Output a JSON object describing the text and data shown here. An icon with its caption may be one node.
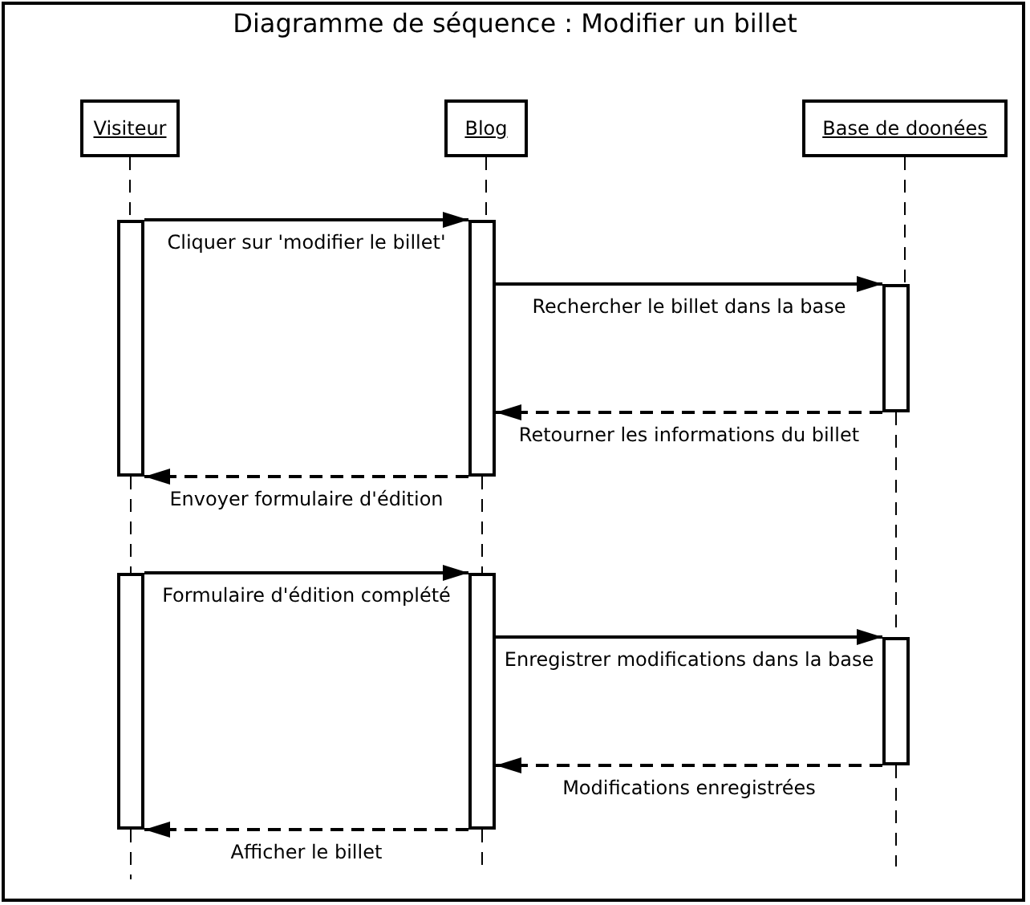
{
  "diagram": {
    "title": "Diagramme de séquence : Modifier un billet",
    "nodes": [
      {
        "text": [
          "Visiteur"
        ]
      },
      {
        "text": [
          "Blog"
        ]
      },
      {
        "text": [
          "Base de doonées"
        ]
      },
      {
        "text": [],
        "shape": "bar"
      },
      {
        "text": [],
        "shape": "bar"
      },
      {
        "text": [],
        "shape": "bar"
      },
      {
        "text": [],
        "shape": "bar"
      },
      {
        "text": [],
        "shape": "bar"
      },
      {
        "text": [],
        "shape": "bar"
      }
    ],
    "edges": [
      {
        "from": 3,
        "to": 4,
        "arrow": "to",
        "label": "Cliquer sur 'modifier le billet'"
      },
      {
        "from": 4,
        "to": 5,
        "arrow": "to",
        "label": "Rechercher le billet dans la base"
      },
      {
        "from": 5,
        "to": 4,
        "arrow": "to",
        "style": "dashed",
        "label": "Retourner les informations du billet"
      },
      {
        "from": 4,
        "to": 3,
        "arrow": "to",
        "style": "dashed",
        "label": "Envoyer formulaire d'édition"
      },
      {
        "from": 6,
        "to": 7,
        "arrow": "to",
        "label": "Formulaire d'édition complété"
      },
      {
        "from": 7,
        "to": 8,
        "arrow": "to",
        "label": "Enregistrer modifications dans la base"
      },
      {
        "from": 8,
        "to": 7,
        "arrow": "to",
        "style": "dashed",
        "label": "Modifications enregistrées"
      },
      {
        "from": 7,
        "to": 6,
        "arrow": "to",
        "style": "dashed",
        "label": "Afficher le billet"
      },
      {
        "from": 0,
        "to": 3,
        "arrow": "none",
        "style": "dashed"
      },
      {
        "from": 3,
        "to": 6,
        "arrow": "none",
        "style": "dashed"
      },
      {
        "from": 6,
        "to": null,
        "arrow": "none",
        "style": "dashed"
      },
      {
        "from": 1,
        "to": 4,
        "arrow": "none",
        "style": "dashed"
      },
      {
        "from": 4,
        "to": 7,
        "arrow": "none",
        "style": "dashed"
      },
      {
        "from": 7,
        "to": null,
        "arrow": "none",
        "style": "dashed"
      },
      {
        "from": 2,
        "to": 5,
        "arrow": "none",
        "style": "dashed"
      },
      {
        "from": 5,
        "to": 8,
        "arrow": "none",
        "style": "dashed"
      },
      {
        "from": 8,
        "to": null,
        "arrow": "none",
        "style": "dashed"
      }
    ]
  }
}
